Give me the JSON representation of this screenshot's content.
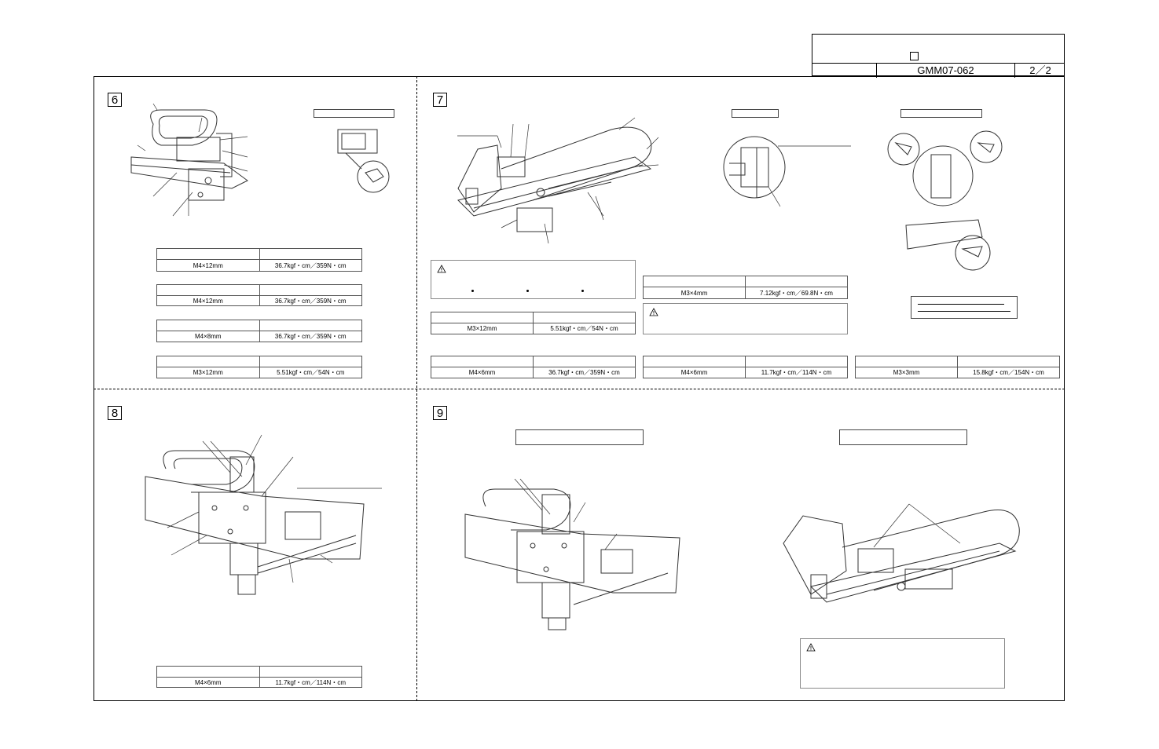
{
  "title_block": {
    "doc_number": "GMM07-062",
    "page": "2／2"
  },
  "steps": {
    "s6": "6",
    "s7": "7",
    "s8": "8",
    "s9": "9"
  },
  "specs": {
    "s6a": {
      "bolt": "M4×12mm",
      "torque": "36.7kgf・cm／359N・cm"
    },
    "s6b": {
      "bolt": "M4×12mm",
      "torque": "36.7kgf・cm／359N・cm"
    },
    "s6c": {
      "bolt": "M4×8mm",
      "torque": "36.7kgf・cm／359N・cm"
    },
    "s6d": {
      "bolt": "M3×12mm",
      "torque": "5.51kgf・cm／54N・cm"
    },
    "s7a": {
      "bolt": "M3×12mm",
      "torque": "5.51kgf・cm／54N・cm"
    },
    "s7b": {
      "bolt": "M4×6mm",
      "torque": "36.7kgf・cm／359N・cm"
    },
    "s7c": {
      "bolt": "M3×4mm",
      "torque": "7.12kgf・cm／69.8N・cm"
    },
    "s7d": {
      "bolt": "M4×6mm",
      "torque": "11.7kgf・cm／114N・cm"
    },
    "s7e": {
      "bolt": "M3×3mm",
      "torque": "15.8kgf・cm／154N・cm"
    },
    "s8a": {
      "bolt": "M4×6mm",
      "torque": "11.7kgf・cm／114N・cm"
    }
  },
  "icons": {
    "warning": "warning-triangle-icon",
    "checkbox": "checkbox-icon"
  }
}
